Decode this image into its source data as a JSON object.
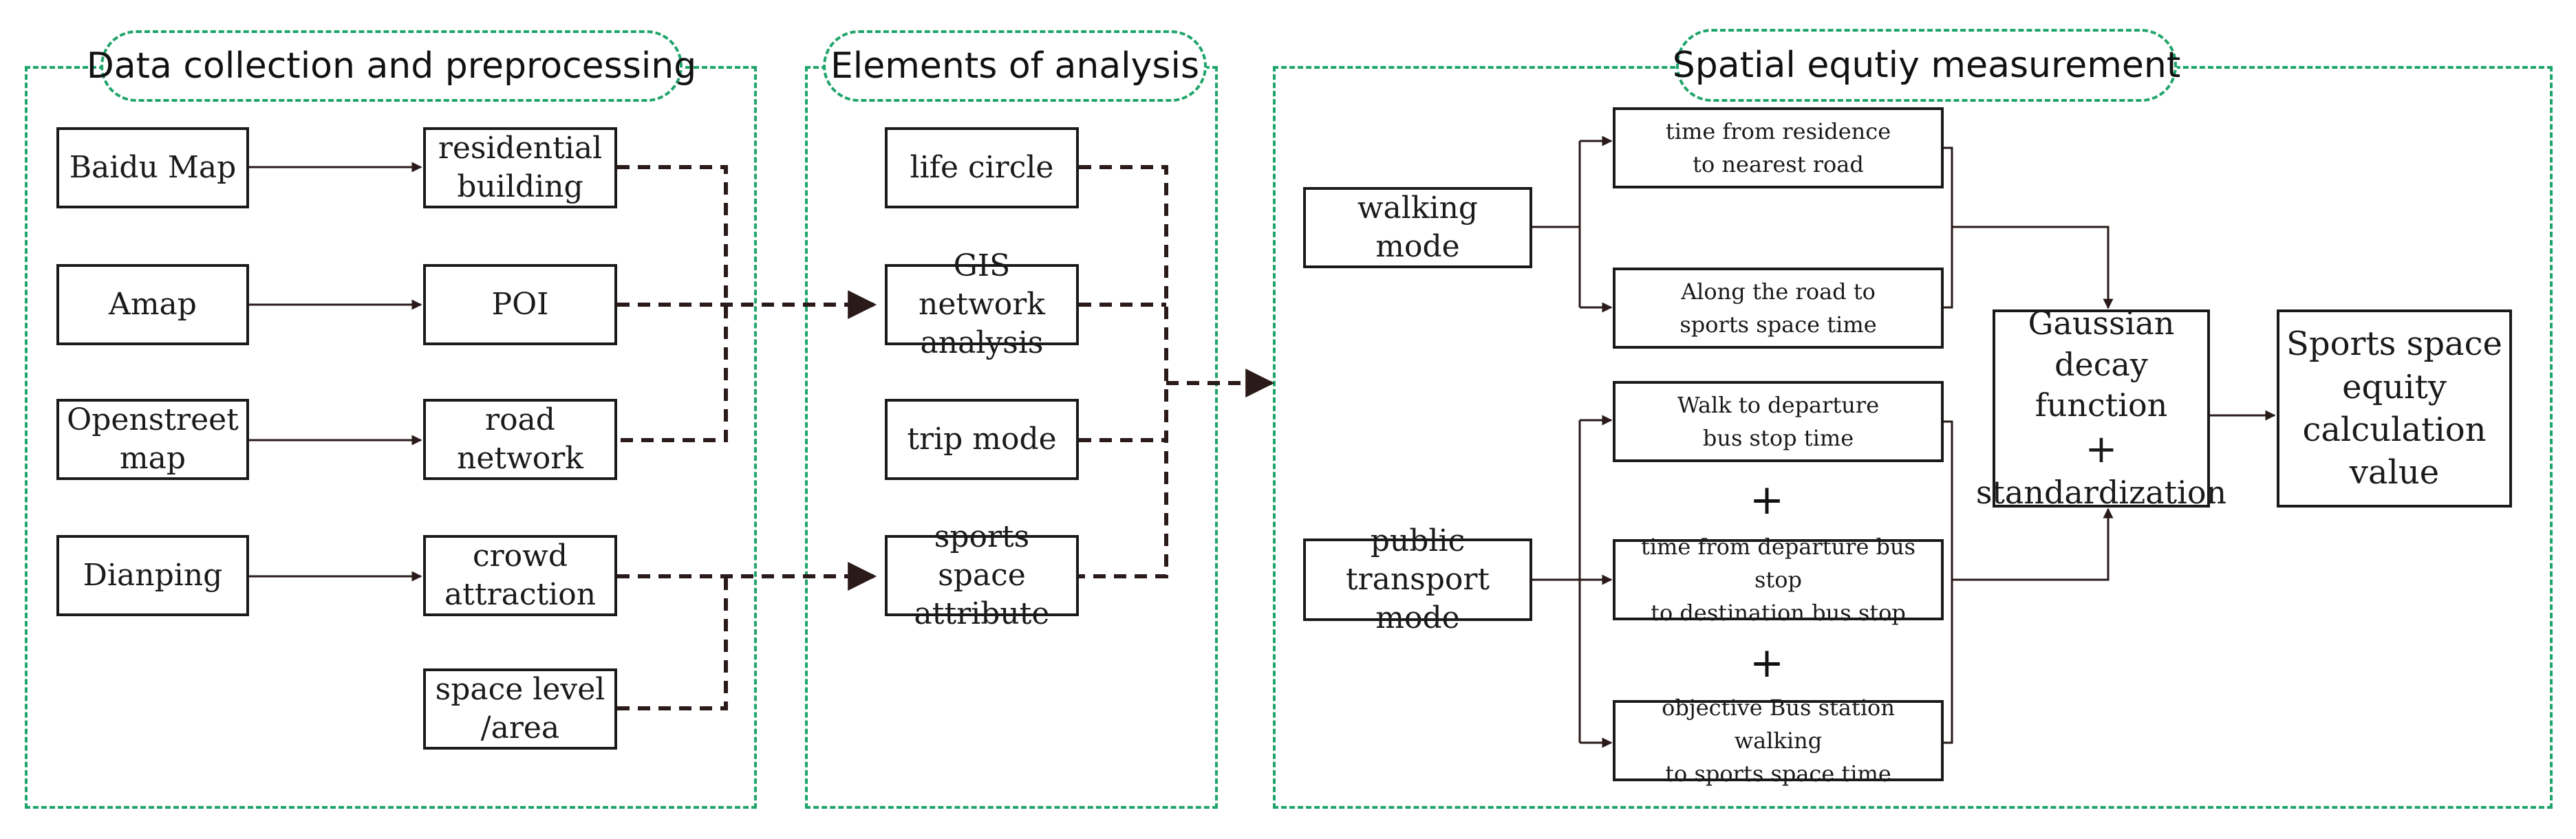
{
  "sections": {
    "data_collection": {
      "title": "Data collection and preprocessing"
    },
    "elements_analysis": {
      "title": "Elements of analysis"
    },
    "spatial_equity": {
      "title": "Spatial equtiy measurement"
    }
  },
  "sources": {
    "baidu_map": "Baidu Map",
    "amap": "Amap",
    "openstreet_map": "Openstreet\nmap",
    "dianping": "Dianping"
  },
  "datasets": {
    "residential_building": "residential\nbuilding",
    "poi": "POI",
    "road_network": "road network",
    "crowd_attraction": "crowd\nattraction",
    "space_level": "space level\n/area"
  },
  "elements": {
    "life_circle": "life circle",
    "gis_network_analysis": "GIS network\nanalysis",
    "trip_mode": "trip mode",
    "sports_space_attribute": "sports space\nattribute"
  },
  "measurement": {
    "walking_mode": "walking mode",
    "public_transport_mode": "public transport\nmode",
    "time_residence_road": "time from residence\nto nearest road",
    "along_road_time": "Along the road to\nsports space time",
    "walk_departure_time": "Walk to departure\nbus stop time",
    "bus_stop_to_stop_time": "time from departure bus stop\nto destination bus stop",
    "objective_station_walk": "objective Bus station walking\nto sports space time",
    "plus_symbol": "+",
    "gaussian_line1": "Gaussian\ndecay function",
    "gaussian_plus": "+",
    "gaussian_line2": "standardization",
    "equity_value": "Sports space\nequity\ncalculation value"
  },
  "colors": {
    "frame_green": "#1fa56b",
    "line_dark": "#2a1a1a"
  }
}
